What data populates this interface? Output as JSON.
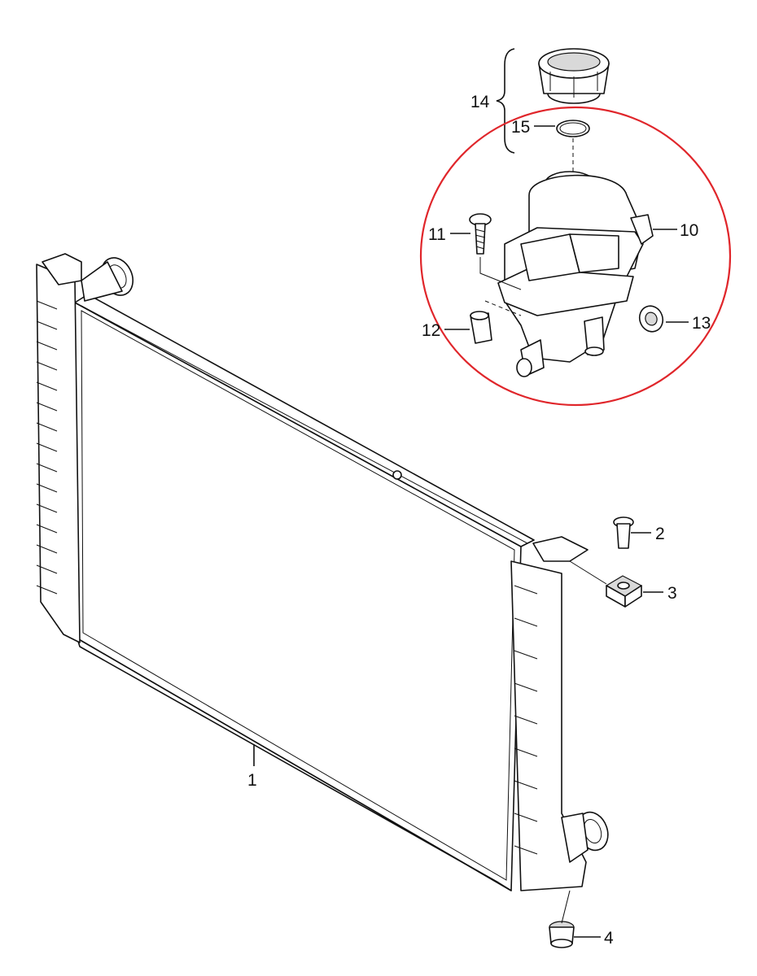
{
  "diagram": {
    "highlight_color": "#e0262b",
    "line_color": "#111111",
    "callouts": [
      {
        "id": "radiator",
        "label": "1"
      },
      {
        "id": "clip",
        "label": "2"
      },
      {
        "id": "mount-bracket",
        "label": "3"
      },
      {
        "id": "rubber-mount",
        "label": "4"
      },
      {
        "id": "expansion-tank",
        "label": "10"
      },
      {
        "id": "screw",
        "label": "11"
      },
      {
        "id": "retainer-clip",
        "label": "12"
      },
      {
        "id": "grommet",
        "label": "13"
      },
      {
        "id": "cap-assembly",
        "label": "14"
      },
      {
        "id": "o-ring",
        "label": "15"
      }
    ]
  }
}
